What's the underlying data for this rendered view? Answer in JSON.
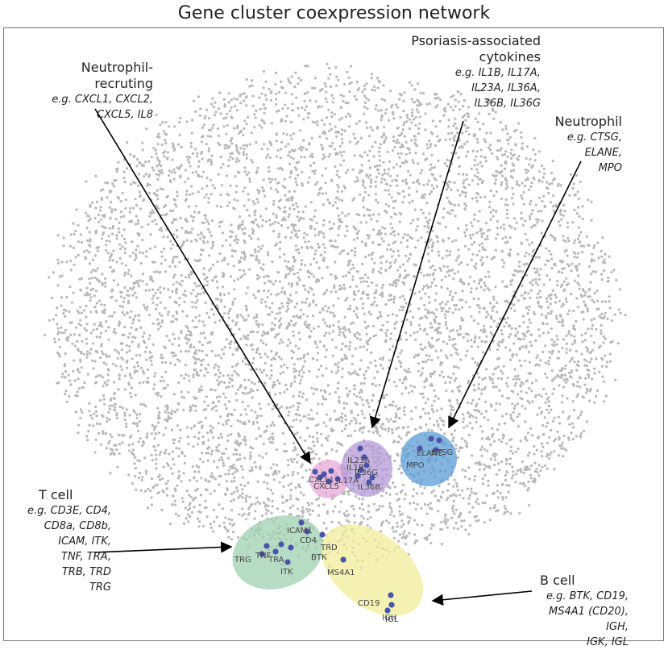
{
  "title": "Gene cluster coexpression network",
  "colors": {
    "background_point": "#b8b8b8",
    "gene_point": "#4a55a8",
    "cluster_neutrophil_recruiting": "#e7a8d8",
    "cluster_psoriasis_cytokines": "#b49ad8",
    "cluster_neutrophil": "#5b9bd5",
    "cluster_t_cell": "#9fd0b0",
    "cluster_b_cell": "#f0ec9a",
    "arrow": "#000000"
  },
  "annotations": {
    "neutrophil_recruiting": {
      "name": "Neutrophil-recruting",
      "example_lines": [
        "e.g. CXCL1, CXCL2,",
        "CXCL5, IL8"
      ]
    },
    "psoriasis": {
      "name_lines": [
        "Psoriasis-associated",
        "cytokines"
      ],
      "example_lines": [
        "e.g. IL1B, IL17A,",
        "IL23A, IL36A,",
        "IL36B, IL36G"
      ]
    },
    "neutrophil": {
      "name": "Neutrophil",
      "example_lines": [
        "e.g. CTSG, ELANE,",
        "MPO"
      ]
    },
    "t_cell": {
      "name": "T cell",
      "example_lines": [
        "e.g. CD3E, CD4,",
        "CD8a, CD8b,",
        "ICAM, ITK,",
        "TNF, TRA,",
        "TRB, TRD",
        "TRG"
      ]
    },
    "b_cell": {
      "name": "B cell",
      "example_lines": [
        "e.g. BTK, CD19,",
        "MS4A1 (CD20), IGH,",
        "IGK, IGL"
      ]
    }
  },
  "gene_labels": [
    "IL23A",
    "IL36G",
    "IL36B",
    "IL17A",
    "IL1B",
    "CXCL5",
    "CXCL1",
    "ELANE",
    "CTSG",
    "MPO",
    "ICAM1",
    "CD4",
    "TRD",
    "BTK",
    "TRG",
    "TNF",
    "TRA",
    "ITK",
    "MS4A1",
    "CD19",
    "IGH",
    "IGL"
  ]
}
